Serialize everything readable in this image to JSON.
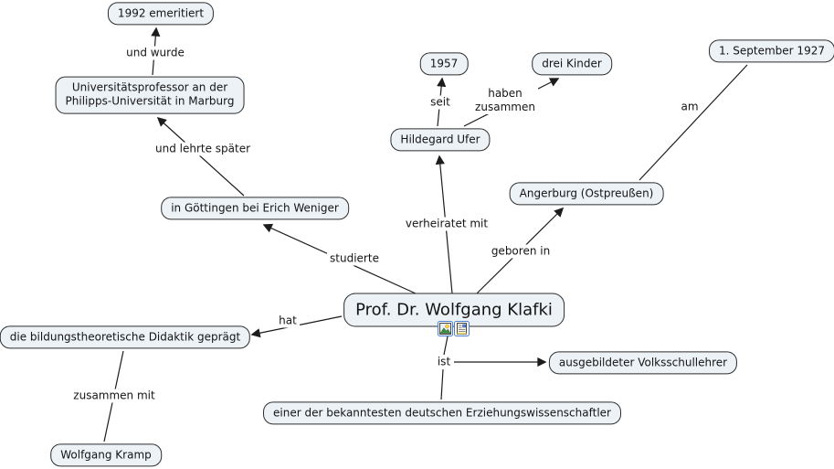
{
  "app": {
    "type": "concept-map",
    "topic": "Prof. Dr. Wolfgang Klafki"
  },
  "colors": {
    "background": "#ffffff",
    "node_fill": "#edf2f7",
    "node_border": "#2d2d2d",
    "line": "#1c1c1c",
    "text": "#141414",
    "icon_border": "#4d7fd0"
  },
  "main_concept": {
    "label": "Prof. Dr. Wolfgang Klafki"
  },
  "concepts": {
    "emeritiert": {
      "label": "1992 emeritiert"
    },
    "uniprof": {
      "label": "Universitätsprofessor an der\nPhilipps-Universität in Marburg"
    },
    "goettingen": {
      "label": "in Göttingen bei Erich Weniger"
    },
    "y1957": {
      "label": "1957"
    },
    "kinder": {
      "label": "drei Kinder"
    },
    "september": {
      "label": "1. September 1927"
    },
    "hildegard": {
      "label": "Hildegard Ufer"
    },
    "angerburg": {
      "label": "Angerburg (Ostpreußen)"
    },
    "didaktik": {
      "label": "die bildungstheoretische Didaktik geprägt"
    },
    "volksschullehrer": {
      "label": "ausgebildeter Volksschullehrer"
    },
    "erziehungswissenschaftler": {
      "label": "einer der bekanntesten deutschen Erziehungswissenschaftler"
    },
    "kramp": {
      "label": "Wolfgang Kramp"
    }
  },
  "linking_phrases": {
    "und_wurde": {
      "label": "und wurde"
    },
    "und_lehrte_spaeter": {
      "label": "und lehrte später"
    },
    "studierte": {
      "label": "studierte"
    },
    "seit": {
      "label": "seit"
    },
    "haben_zusammen": {
      "label": "haben\nzusammen"
    },
    "am": {
      "label": "am"
    },
    "verheiratet_mit": {
      "label": "verheiratet mit"
    },
    "geboren_in": {
      "label": "geboren in"
    },
    "hat": {
      "label": "hat"
    },
    "zusammen_mit": {
      "label": "zusammen mit"
    },
    "ist": {
      "label": "ist"
    }
  },
  "resource_icons": [
    {
      "name": "image-resource-icon"
    },
    {
      "name": "document-resource-icon"
    }
  ]
}
